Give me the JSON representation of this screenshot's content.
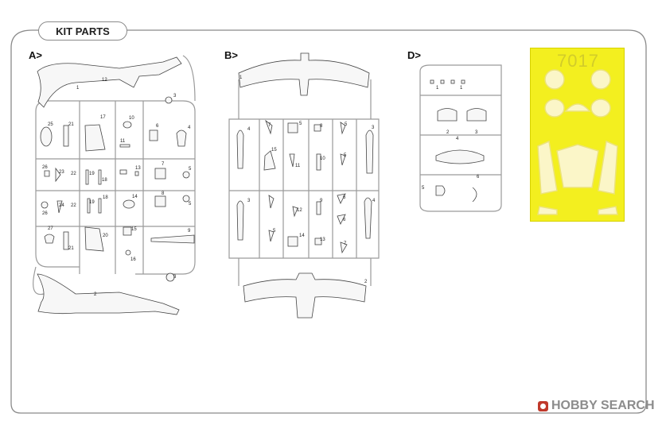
{
  "header": {
    "title": "KIT PARTS"
  },
  "sprues": {
    "a": {
      "label": "A>",
      "numbers": [
        "1",
        "2",
        "3",
        "3",
        "4",
        "5",
        "5",
        "6",
        "7",
        "8",
        "9",
        "10",
        "11",
        "12",
        "13",
        "14",
        "15",
        "16",
        "17",
        "18",
        "18",
        "19",
        "19",
        "20",
        "21",
        "21",
        "22",
        "22",
        "23",
        "24",
        "25",
        "26",
        "26",
        "27"
      ]
    },
    "b": {
      "label": "B>",
      "numbers": [
        "1",
        "2",
        "3",
        "3",
        "4",
        "4",
        "5",
        "5",
        "5",
        "5",
        "6",
        "6",
        "7",
        "7",
        "8",
        "9",
        "10",
        "11",
        "12",
        "13",
        "14",
        "15"
      ]
    },
    "d": {
      "label": "D>",
      "numbers": [
        "1",
        "1",
        "2",
        "3",
        "4",
        "5",
        "6"
      ]
    }
  },
  "mask": {
    "code": "7017"
  },
  "watermark": {
    "text": "HOBBY SEARCH"
  },
  "colors": {
    "frame": "#8a8a8a",
    "sprue": "#9a9a9a",
    "mask_yellow": "#f3ef1f",
    "part_fill": "#f7f7f7",
    "part_stroke": "#444444"
  }
}
